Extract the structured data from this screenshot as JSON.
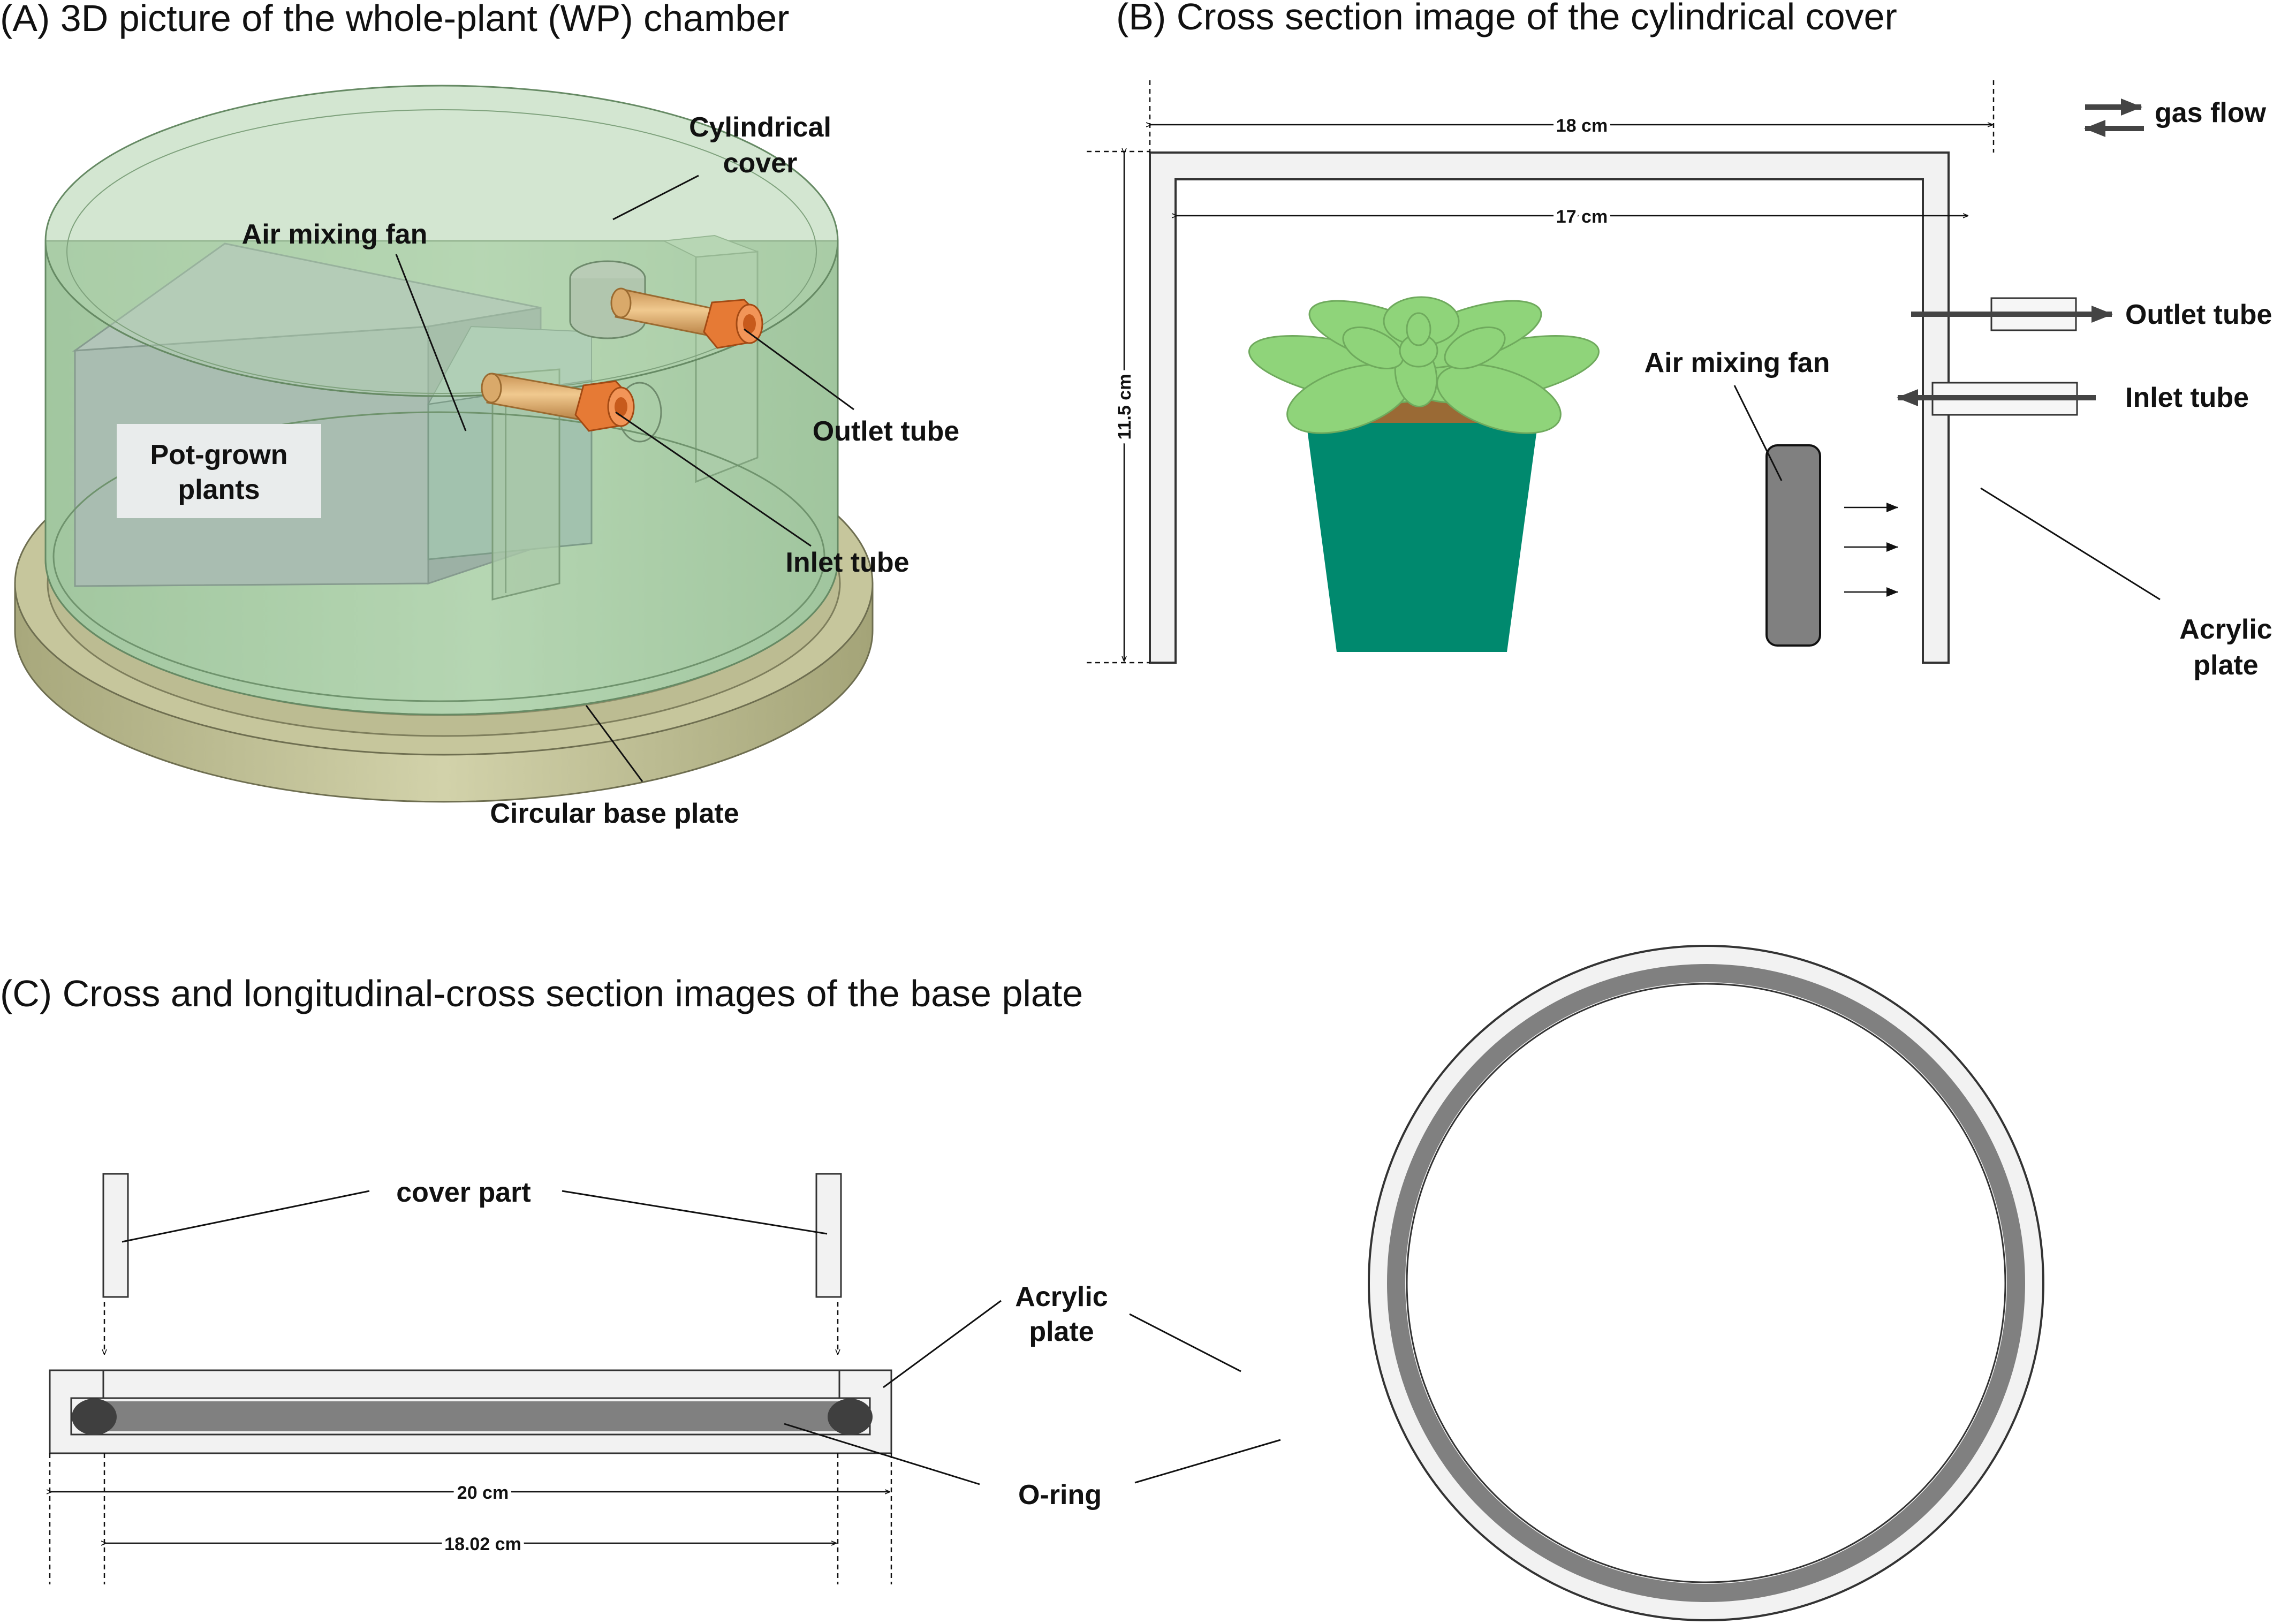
{
  "panels": {
    "a": {
      "title": "(A) 3D picture of the whole-plant (WP) chamber",
      "labels": {
        "cover_line1": "Cylindrical",
        "cover_line2": "cover",
        "fan": "Air mixing fan",
        "plants_line1": "Pot-grown",
        "plants_line2": "plants",
        "outlet": "Outlet tube",
        "inlet": "Inlet tube",
        "base": "Circular base plate"
      }
    },
    "b": {
      "title": "(B) Cross section image of the cylindrical cover",
      "dims": {
        "outer_width": "18 cm",
        "inner_width": "17 cm",
        "height": "11.5 cm"
      },
      "labels": {
        "gas_flow": "gas flow",
        "outlet": "Outlet tube",
        "inlet": "Inlet tube",
        "fan": "Air mixing fan",
        "acrylic_line1": "Acrylic",
        "acrylic_line2": "plate"
      }
    },
    "c": {
      "title": "(C) Cross and longitudinal-cross section images of the base plate",
      "dims": {
        "outer": "20 cm",
        "inner": "18.02 cm"
      },
      "labels": {
        "cover_part": "cover part",
        "acrylic_line1": "Acrylic",
        "acrylic_line2": "plate",
        "oring": "O-ring"
      }
    }
  },
  "colors": {
    "cover_green": "#a9cba6",
    "base_olive": "#c4c49a",
    "tube_orange": "#e67a35",
    "tube_tan": "#dcae70",
    "box_gray": "#a4b3b3",
    "pot_teal": "#00896e",
    "soil_brown": "#9a6a35",
    "leaf_green": "#8fd47a",
    "oring_gray": "#808080",
    "acrylic_fill": "#f2f2f2"
  }
}
